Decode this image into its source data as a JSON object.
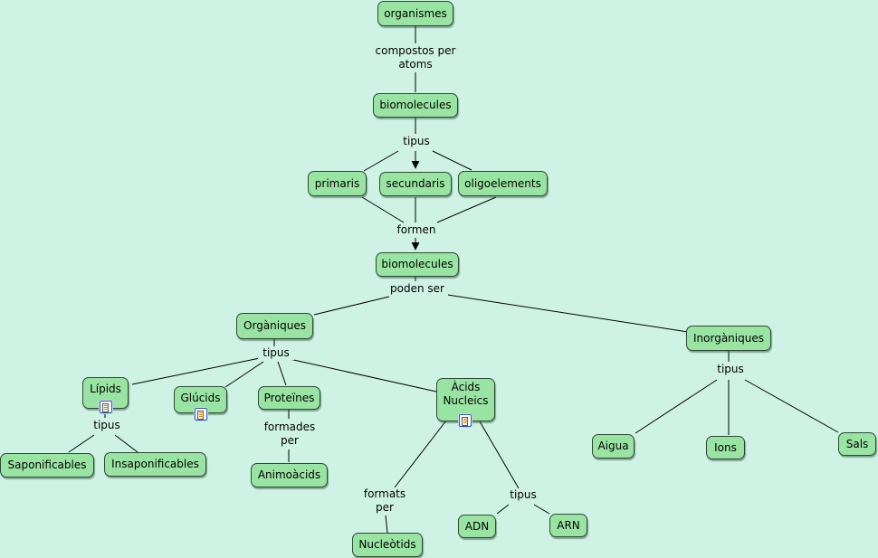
{
  "nodes": {
    "organismes": "organismes",
    "biomolecules_top": "biomolecules",
    "primaris": "primaris",
    "secundaris": "secundaris",
    "oligoelements": "oligoelements",
    "biomolecules_mid": "biomolecules",
    "organiques": "Orgàniques",
    "inorganiques": "Inorgàniques",
    "lipids": "Lípids",
    "glucids": "Glúcids",
    "proteines": "Proteïnes",
    "acids_line1": "Àcids",
    "acids_line2": "Nucleics",
    "saponificables": "Saponificables",
    "insaponificables": "Insaponificables",
    "animoacids": "Animoàcids",
    "nucleotids": "Nucleòtids",
    "adn": "ADN",
    "arn": "ARN",
    "aigua": "Aigua",
    "ions": "Ions",
    "sals": "Sals"
  },
  "links": {
    "compostos": "compostos per\natoms",
    "tipus_1": "tipus",
    "formen": "formen",
    "poden_ser": "poden ser",
    "tipus_org": "tipus",
    "tipus_inorg": "tipus",
    "tipus_lipids": "tipus",
    "formades": "formades\nper",
    "formats": "formats\nper",
    "tipus_acids": "tipus"
  },
  "colors": {
    "background": "#cef3e5",
    "node_fill": "#99e4a2",
    "node_border": "#2e4a34"
  },
  "icons": [
    "document-icon"
  ]
}
